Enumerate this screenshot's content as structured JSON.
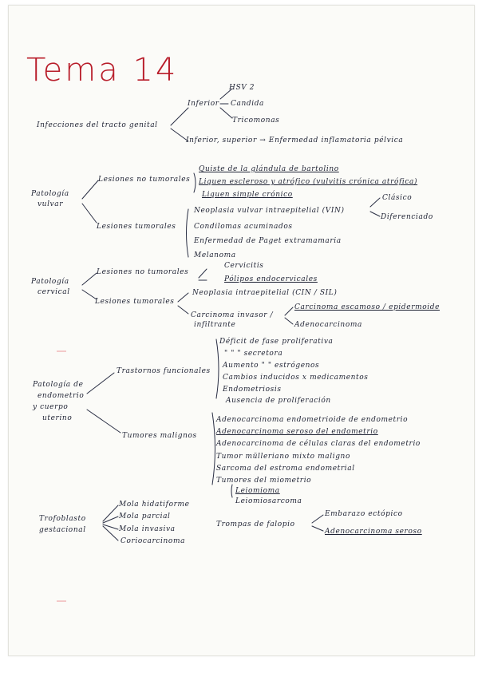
{
  "title": "Tema 14",
  "s1": {
    "root": "Infecciones del tracto genital",
    "inferior": "Inferior",
    "hsv": "HSV 2",
    "candida": "Candida",
    "tricomonas": "Tricomonas",
    "superior": "Inferior, superior → Enfermedad inflamatoria pélvica"
  },
  "s2": {
    "root_line1": "Patología",
    "root_line2": "vulvar",
    "no_tum": "Lesiones no tumorales",
    "nt1": "Quiste de la glándula de bartolino",
    "nt2": "Liquen escleroso y atrófico (vulvitis crónica atrófica)",
    "nt3": "Liquen simple crónico",
    "tum": "Lesiones tumorales",
    "t1": "Neoplasia vulvar intraepitelial (VIN)",
    "t1a": "Clásico",
    "t1b": "Diferenciado",
    "t2": "Condilomas acuminados",
    "t3": "Enfermedad de Paget extramamaria",
    "t4": "Melanoma"
  },
  "s3": {
    "root_line1": "Patología",
    "root_line2": "cervical",
    "no_tum": "Lesiones no tumorales",
    "nt1": "Cervicitis",
    "nt2": "Pólipos endocervicales",
    "tum": "Lesiones tumorales",
    "t1": "Neoplasia intraepitelial (CIN / SIL)",
    "t2_line1": "Carcinoma invasor /",
    "t2_line2": "infiltrante",
    "t2a": "Carcinoma escamoso / epidermoide",
    "t2b": "Adenocarcinoma"
  },
  "s4": {
    "root_line1": "Patología de",
    "root_line2": "endometrio",
    "root_line3": "y cuerpo",
    "root_line4": "uterino",
    "func": "Trastornos funcionales",
    "f1": "Déficit de fase proliferativa",
    "f2": "\"   \"   \" secretora",
    "f3": "Aumento \"   \" estrógenos",
    "f4": "Cambios inducidos x medicamentos",
    "f5": "Endometriosis",
    "f6": "Ausencia de proliferación",
    "mal": "Tumores malignos",
    "m1": "Adenocarcinoma endometrioide de endometrio",
    "m2": "Adenocarcinoma seroso del endometrio",
    "m3": "Adenocarcinoma de células claras del endometrio",
    "m4": "Tumor mülleriano mixto maligno",
    "m5": "Sarcoma del estroma endometrial",
    "m6": "Tumores del miometrio",
    "m6a": "Leiomioma",
    "m6b": "Leiomiosarcoma"
  },
  "s5": {
    "root_line1": "Trofoblasto",
    "root_line2": "gestacional",
    "b1": "Mola hidatiforme",
    "b2": "Mola parcial",
    "b3": "Mola invasiva",
    "b4": "Coriocarcinoma",
    "trompa": "Trompas de falopio",
    "tr1": "Embarazo ectópico",
    "tr2": "Adenocarcinoma seroso"
  },
  "colors": {
    "title": "#b81d2a",
    "ink": "#1e2233",
    "paper": "#fbfbf8"
  }
}
